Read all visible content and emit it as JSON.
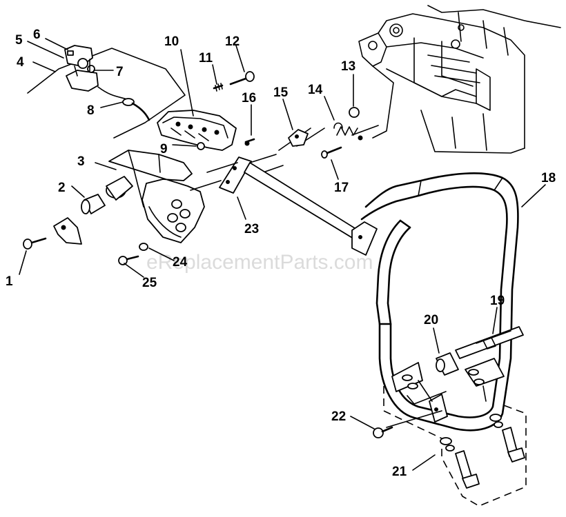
{
  "diagram": {
    "watermark": "eReplacementParts.com",
    "callouts": [
      {
        "id": "c1",
        "text": "1"
      },
      {
        "id": "c2",
        "text": "2"
      },
      {
        "id": "c3",
        "text": "3"
      },
      {
        "id": "c4",
        "text": "4"
      },
      {
        "id": "c5",
        "text": "5"
      },
      {
        "id": "c6",
        "text": "6"
      },
      {
        "id": "c7",
        "text": "7"
      },
      {
        "id": "c8",
        "text": "8"
      },
      {
        "id": "c9",
        "text": "9"
      },
      {
        "id": "c10",
        "text": "10"
      },
      {
        "id": "c11",
        "text": "11"
      },
      {
        "id": "c12",
        "text": "12"
      },
      {
        "id": "c13",
        "text": "13"
      },
      {
        "id": "c14",
        "text": "14"
      },
      {
        "id": "c15",
        "text": "15"
      },
      {
        "id": "c16",
        "text": "16"
      },
      {
        "id": "c17",
        "text": "17"
      },
      {
        "id": "c18",
        "text": "18"
      },
      {
        "id": "c19",
        "text": "19"
      },
      {
        "id": "c20",
        "text": "20"
      },
      {
        "id": "c21",
        "text": "21"
      },
      {
        "id": "c22",
        "text": "22"
      },
      {
        "id": "c23",
        "text": "23"
      },
      {
        "id": "c24",
        "text": "24"
      },
      {
        "id": "c25",
        "text": "25"
      }
    ]
  }
}
